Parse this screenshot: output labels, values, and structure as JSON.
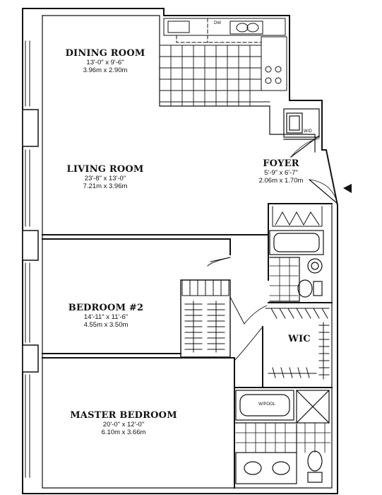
{
  "rooms": {
    "dining": {
      "name": "DINING ROOM",
      "dim_imperial": "13'-0\" x 9'-6\"",
      "dim_metric": "3.96m x 2.90m"
    },
    "living": {
      "name": "LIVING ROOM",
      "dim_imperial": "23'-8\" x 13'-0\"",
      "dim_metric": "7.21m x 3.96m"
    },
    "foyer": {
      "name": "FOYER",
      "dim_imperial": "5'-9\" x 6'-7\"",
      "dim_metric": "2.06m x 1.70m"
    },
    "bedroom2": {
      "name": "BEDROOM #2",
      "dim_imperial": "14'-11\" x 11'-6\"",
      "dim_metric": "4.55m x 3.50m"
    },
    "wic": {
      "name": "WIC"
    },
    "master": {
      "name": "MASTER BEDROOM",
      "dim_imperial": "20'-0\" x 12'-0\"",
      "dim_metric": "6.10m x 3.66m"
    }
  },
  "fixtures": {
    "washer_dryer": "W/D",
    "tub_pool": "W/POOL",
    "dishwasher": "DW"
  },
  "colors": {
    "line": "#111111",
    "paper": "#ffffff"
  }
}
